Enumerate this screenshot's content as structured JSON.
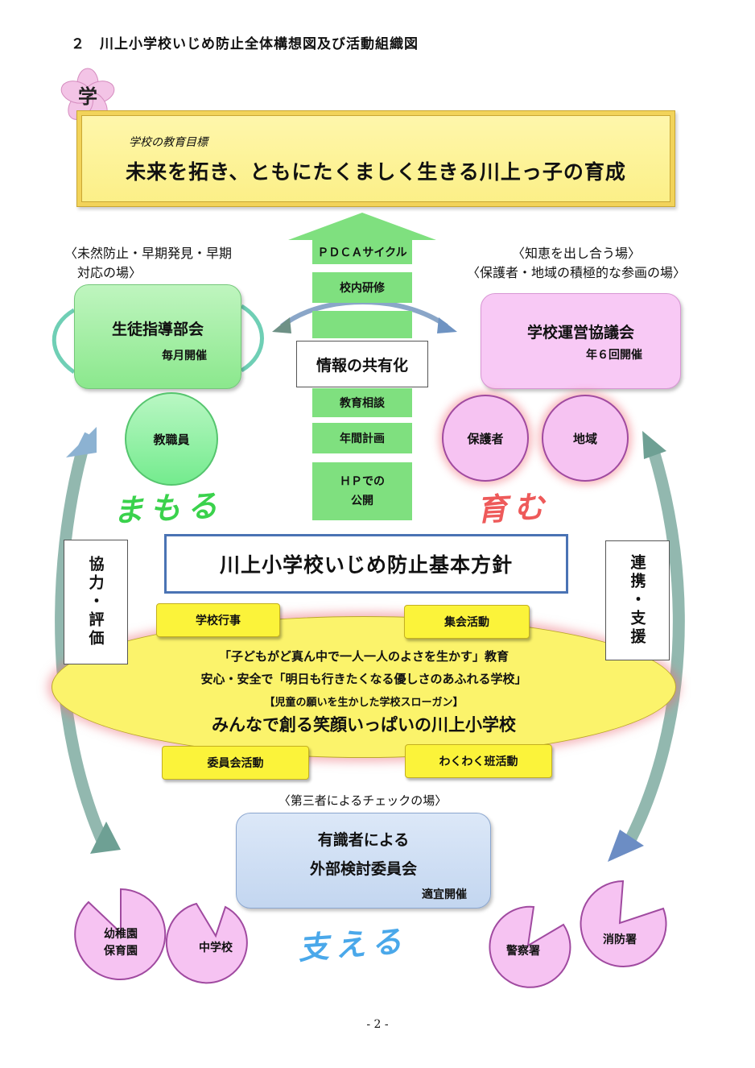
{
  "heading": "２　川上小学校いじめ防止全体構想図及び活動組織図",
  "emblem": {
    "glyph": "学",
    "color": "#f3c4e6"
  },
  "goal": {
    "label": "学校の教育目標",
    "title": "未来を拓き、ともにたくましく生きる川上っ子の育成"
  },
  "left_labels": {
    "line1": "〈未然防止・早期発見・早期",
    "line2": "　対応の場〉"
  },
  "right_labels": {
    "line1": "〈知恵を出し合う場〉",
    "line2": "〈保護者・地域の積極的な参画の場〉"
  },
  "seito": {
    "title": "生徒指導部会",
    "sub": "毎月開催"
  },
  "unei": {
    "title": "学校運営協議会",
    "sub": "年６回開催"
  },
  "center": {
    "pdca": "ＰＤＣＡサイクル",
    "kenshu": "校内研修",
    "info": "情報の共有化",
    "soudan": "教育相談",
    "keikaku": "年間計画",
    "hp_line1": "ＨＰでの",
    "hp_line2": "公開"
  },
  "circles": {
    "kyoshokuin": "教職員",
    "hogosha": "保護者",
    "chiiki": "地域"
  },
  "scripts": {
    "mamoru": "まもる",
    "hagukumu": "育む",
    "sasaeru": "支える"
  },
  "policy": "川上小学校いじめ防止基本方針",
  "side": {
    "left": "協力・評価",
    "right": "連携・支援"
  },
  "tags": {
    "gyoji": "学校行事",
    "shukai": "集会活動",
    "iinkai": "委員会活動",
    "wakuwaku": "わくわく班活動"
  },
  "ellipse": {
    "line1": "「子どもがど真ん中で一人一人のよさを生かす」教育",
    "line2": "安心・安全で「明日も行きたくなる優しさのあふれる学校」",
    "line3": "【児童の願いを生かした学校スローガン】",
    "line4": "みんなで創る笑顔いっぱいの川上小学校"
  },
  "check_label": "〈第三者によるチェックの場〉",
  "committee": {
    "line1": "有識者による",
    "line2": "外部検討委員会",
    "sub": "適宜開催"
  },
  "partners": {
    "youchien_line1": "幼稚園",
    "youchien_line2": "保育園",
    "chugakko": "中学校",
    "keisatsu": "警察署",
    "shobo": "消防署"
  },
  "page_number": "- 2 -"
}
